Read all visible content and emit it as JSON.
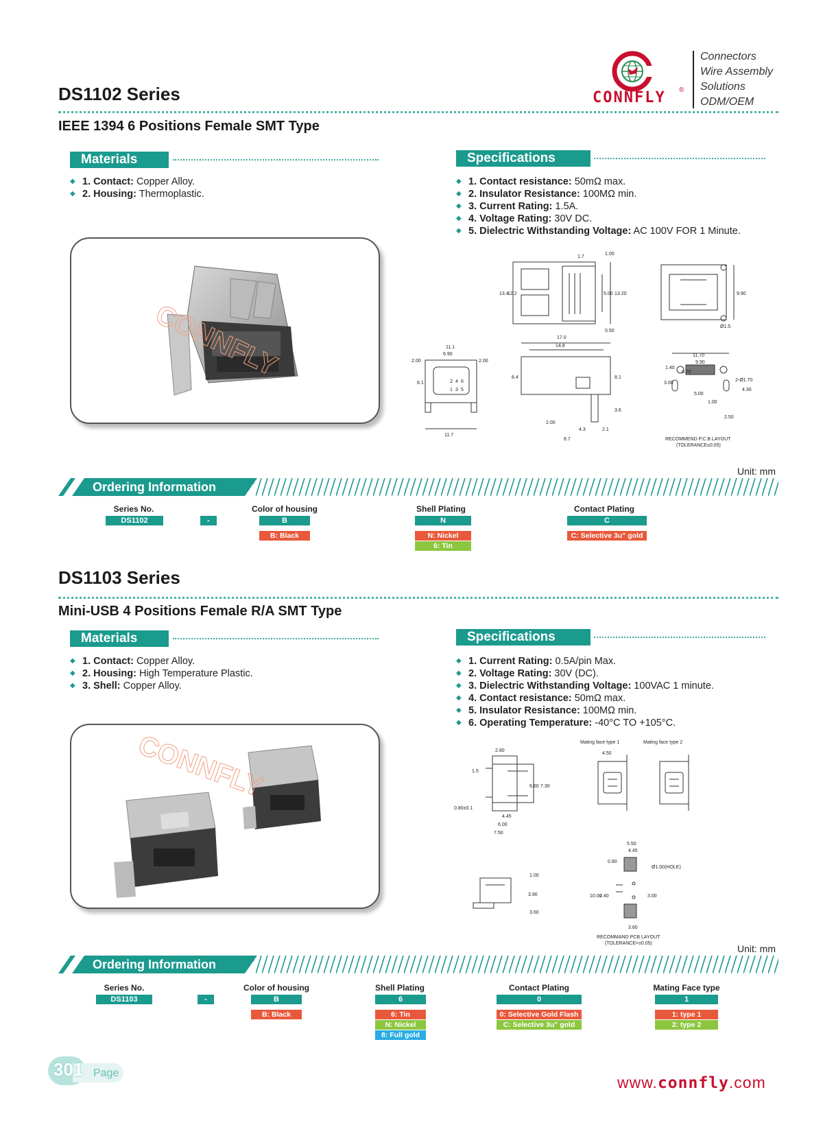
{
  "brand": {
    "name": "CONNFLY",
    "tagline": [
      "Connectors",
      "Wire Assembly",
      "Solutions",
      "ODM/OEM"
    ],
    "website_prefix": "www.",
    "website_brand": "connfly",
    "website_suffix": ".com",
    "colors": {
      "teal": "#1b9a8e",
      "red": "#c8102e",
      "orange": "#e8583a",
      "green": "#8cc63f",
      "blue": "#29abe2"
    }
  },
  "section1": {
    "series": "DS1102 Series",
    "subtitle": "IEEE 1394 6 Positions Female SMT Type",
    "materials_header": "Materials",
    "materials": [
      {
        "label": "1. Contact:",
        "value": " Copper Alloy."
      },
      {
        "label": "2. Housing:",
        "value": " Thermoplastic."
      }
    ],
    "specs_header": "Specifications",
    "specs": [
      {
        "label": "1. Contact resistance:",
        "value": " 50mΩ max."
      },
      {
        "label": "2. Insulator Resistance:",
        "value": " 100MΩ min."
      },
      {
        "label": "3. Current Rating:",
        "value": " 1.5A."
      },
      {
        "label": "4. Voltage Rating:",
        "value": " 30V DC."
      },
      {
        "label": "5. Dielectric Withstanding Voltage:",
        "value": " AC 100V FOR 1 Minute."
      }
    ],
    "drawing": {
      "dims": [
        "1.7",
        "1.00",
        "13.4",
        "12.2",
        "5.00",
        "13.20",
        "0.50",
        "9.90",
        "Ø1.5",
        "11.1",
        "6.90",
        "2.00",
        "2.00",
        "6.1",
        "17.0",
        "14.8",
        "8.4",
        "8.1",
        "3.6",
        "2.1",
        "2.00",
        "4.3",
        "8.7",
        "11.7",
        "11.70",
        "9.90",
        "0.70",
        "1.40",
        "3.00",
        "5.00",
        "1.00",
        "4.30",
        "2.50",
        "2-Ø1.70",
        "2",
        "4",
        "6",
        "1",
        "3",
        "5"
      ],
      "pcb_note_1": "RECOMMEND P.C.B LAYOUT",
      "pcb_note_2": "(TOLERANCE±0.05)"
    },
    "unit": "Unit: mm",
    "ordering_header": "Ordering Information",
    "ordering": {
      "series_label": "Series No.",
      "series_value": "DS1102",
      "dash": "-",
      "housing_label": "Color of housing",
      "housing_value": "B",
      "housing_opts": [
        "B: Black"
      ],
      "shell_label": "Shell Plating",
      "shell_value": "N",
      "shell_opts": [
        "N: Nickel",
        "6: Tin"
      ],
      "contact_label": "Contact Plating",
      "contact_value": "C",
      "contact_opts": [
        "C: Selective 3u\" gold"
      ]
    }
  },
  "section2": {
    "series": "DS1103 Series",
    "subtitle": "Mini-USB 4 Positions Female R/A SMT Type",
    "materials_header": "Materials",
    "materials": [
      {
        "label": "1. Contact:",
        "value": " Copper Alloy."
      },
      {
        "label": "2. Housing:",
        "value": " High Temperature Plastic."
      },
      {
        "label": "3. Shell:",
        "value": " Copper Alloy."
      }
    ],
    "specs_header": "Specifications",
    "specs": [
      {
        "label": "1. Current Rating:",
        "value": " 0.5A/pin Max."
      },
      {
        "label": "2. Voltage Rating:",
        "value": " 30V (DC)."
      },
      {
        "label": "3. Dielectric Withstanding Voltage:",
        "value": " 100VAC 1 minute."
      },
      {
        "label": "4. Contact resistance:",
        "value": " 50mΩ max."
      },
      {
        "label": "5. Insulator Resistance:",
        "value": " 100MΩ min."
      },
      {
        "label": "6. Operating Temperature:",
        "value": " -40°C TO +105°C."
      }
    ],
    "drawing": {
      "face1": "Mating face type 1",
      "face2": "Mating face type 2",
      "dims": [
        "2.80",
        "1.5",
        "6.60",
        "7.30",
        "0.80±0.1",
        "4.45",
        "6.00",
        "7.50",
        "4.50",
        "5.50",
        "4.45",
        "Ø1.00(HOLE)",
        "0.80",
        "10.00",
        "2.40",
        "3.00",
        "3.60",
        "1.00",
        "3.90",
        "3.60"
      ],
      "pcb_note_1": "RECOMMAND PCB LAYOUT",
      "pcb_note_2": "(TOLERANCE=±0.05)"
    },
    "unit": "Unit: mm",
    "ordering_header": "Ordering Information",
    "ordering": {
      "series_label": "Series No.",
      "series_value": "DS1103",
      "dash": "-",
      "housing_label": "Color of housing",
      "housing_value": "B",
      "housing_opts": [
        "B: Black"
      ],
      "shell_label": "Shell Plating",
      "shell_value": "6",
      "shell_opts": [
        "6: Tin",
        "N: Nickel",
        "8: Full gold"
      ],
      "contact_label": "Contact Plating",
      "contact_value": "0",
      "contact_opts": [
        "0: Selective Gold Flash",
        "C: Selective 3u\" gold"
      ],
      "face_label": "Mating Face type",
      "face_value": "1",
      "face_opts": [
        "1: type 1",
        "2: type 2"
      ]
    }
  },
  "footer": {
    "page_number": "301",
    "page_label": "Page"
  }
}
